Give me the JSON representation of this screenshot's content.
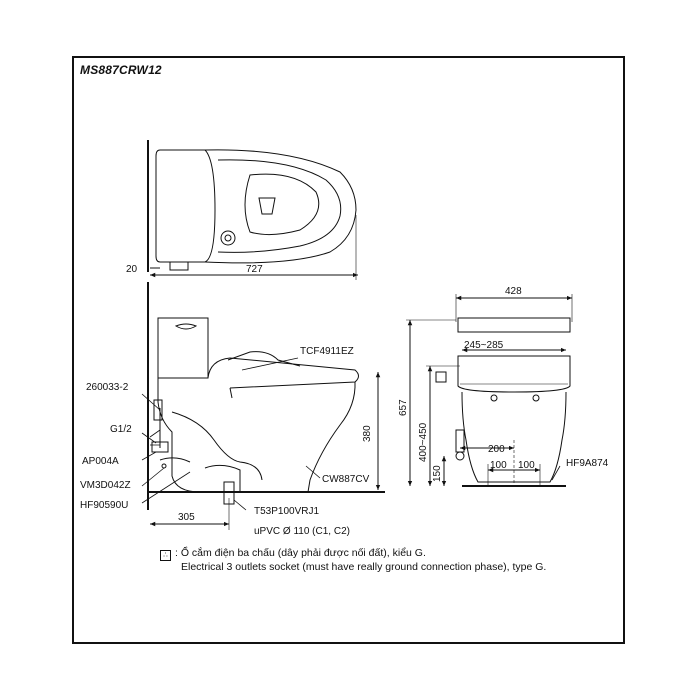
{
  "model_code": "MS887CRW12",
  "dimensions": {
    "wall_gap": "20",
    "total_length": "727",
    "front_width": "428",
    "seat_fix_range": "245~285",
    "rim_height": "380",
    "total_height": "657",
    "supply_height_range": "400~450",
    "supply_offset": "200",
    "rough_in": "305",
    "inlet_height": "150",
    "bolt_spacing_left": "100",
    "bolt_spacing_right": "100"
  },
  "part_labels": {
    "seat": "TCF4911EZ",
    "hose": "260033-2",
    "thread": "G1/2",
    "stop_valve": "AP004A",
    "connector": "VM3D042Z",
    "flange": "HF90590U",
    "bowl": "CW887CV",
    "waste_pipe": "T53P100VRJ1",
    "pipe_spec": "uPVC Ø 110 (C1, C2)",
    "floor_bolt": "HF9A874"
  },
  "notes": {
    "vi": ": Ổ cắm điện ba chấu (dây phải được nối đất), kiểu G.",
    "en": "Electrical 3 outlets socket (must have really ground connection phase), type G."
  }
}
